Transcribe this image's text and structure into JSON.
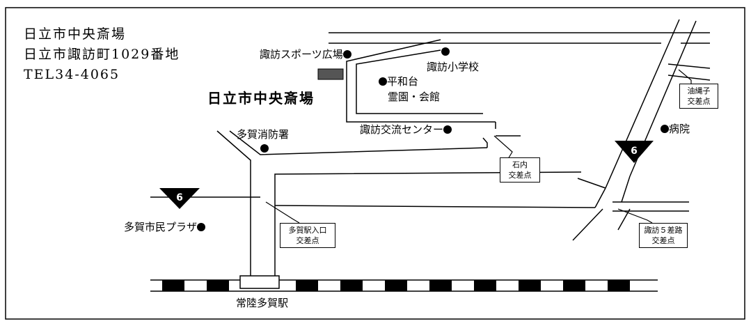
{
  "venue": {
    "name": "日立市中央斎場",
    "address": "日立市諏訪町1029番地",
    "tel": "TEL34-4065"
  },
  "map_title": "日立市中央斎場",
  "landmarks": {
    "suwa_sports": "諏訪スポーツ広場",
    "suwa_school": "諏訪小学校",
    "heiwadai_line1": "平和台",
    "heiwadai_line2": "霊園・会館",
    "fire_station": "多賀消防署",
    "exchange_center": "諏訪交流センター",
    "hospital": "病院",
    "plaza": "多賀市民プラザ",
    "station": "常陸多賀駅"
  },
  "intersections": {
    "aburanawako": [
      "油縄子",
      "交差点"
    ],
    "ishiuchi": [
      "石内",
      "交差点"
    ],
    "taga_eki": [
      "多賀駅入口",
      "交差点"
    ],
    "suwa5": [
      "諏訪５差路",
      "交差点"
    ]
  },
  "route_signs": [
    "6",
    "6"
  ]
}
